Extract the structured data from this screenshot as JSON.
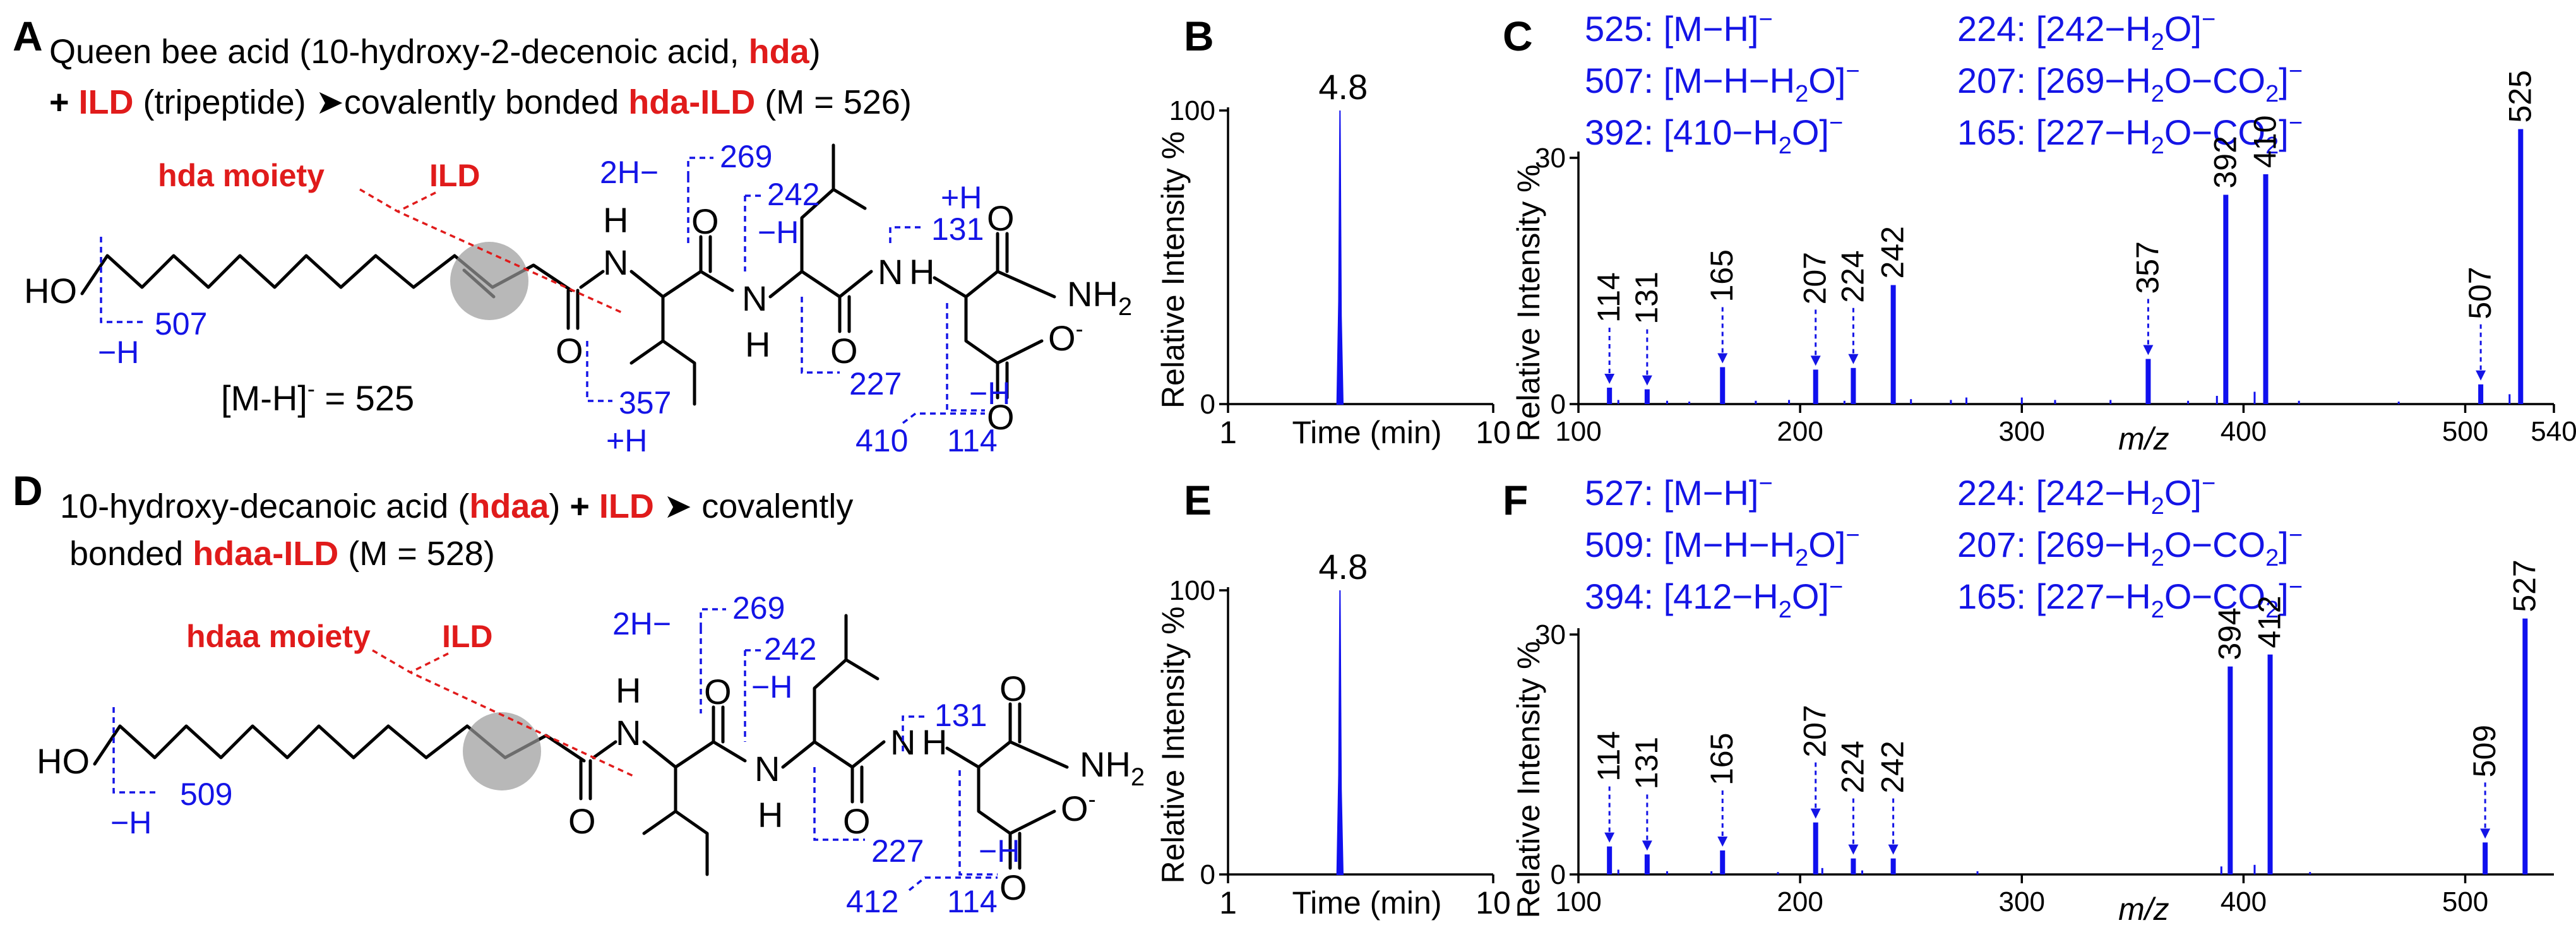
{
  "panels": {
    "A": {
      "letter": "A",
      "line1_pre": "Queen bee acid (10-hydroxy-2-decenoic acid, ",
      "line1_red": "hda",
      "line1_post": ")",
      "line2_plus": "+ ",
      "line2_red1": "ILD",
      "line2_mid": " (tripeptide) ",
      "line2_arrow": "➤",
      "line2_mid2": "covalently bonded ",
      "line2_red2": "hda-ILD",
      "line2_post": " (M = 526)",
      "moiety_label": "hda moiety",
      "ild_label": "ILD",
      "ion_label": "[M-H]",
      "ion_sup": "-",
      "ion_value": " = 525",
      "frag": {
        "f507": "507",
        "minusH_left": "−H",
        "f269": "269",
        "twoH": "2H−",
        "f242": "242",
        "minusH_242": "−H",
        "plusH_131": "+H",
        "f131": "131",
        "f227": "227",
        "f357": "357",
        "plusH_357": "+H",
        "f410": "410",
        "minusH_410": "−H",
        "f114": "114"
      }
    },
    "D": {
      "letter": "D",
      "line1_pre": "10-hydroxy-decanoic acid (",
      "line1_red": "hdaa",
      "line1_post": ") ",
      "line1_plus": "+ ",
      "line1_red2": "ILD",
      "line1_arrow": " ➤ ",
      "line1_post2": "covalently",
      "line2_pre": "bonded ",
      "line2_red": "hdaa-ILD",
      "line2_post": " (M = 528)",
      "moiety_label": "hdaa moiety",
      "ild_label": "ILD",
      "frag": {
        "f509": "509",
        "minusH_left": "−H",
        "f269": "269",
        "twoH": "2H−",
        "f242": "242",
        "minusH_242": "−H",
        "f131": "131",
        "f227": "227",
        "f412": "412",
        "minusH_412": "−H",
        "f114": "114"
      }
    },
    "chem": {
      "HO": "HO",
      "H": "H",
      "N": "N",
      "O": "O",
      "NH2_main": "NH",
      "NH2_sub": "2",
      "O_minus": "O",
      "minus_sup": "-"
    },
    "B": {
      "letter": "B"
    },
    "C": {
      "letter": "C",
      "legend": [
        [
          "525:",
          "[M−H]",
          "−",
          "",
          ""
        ],
        [
          "507:",
          "[M−H−H",
          "2",
          "O]",
          "−"
        ],
        [
          "392:",
          "[410−H",
          "2",
          "O]",
          "−"
        ]
      ],
      "legend2": [
        [
          "224:",
          "[242−H",
          "2",
          "O]",
          "−"
        ],
        [
          "207:",
          "[269−H",
          "2",
          "O−CO",
          "2",
          "]",
          "−"
        ],
        [
          "165:",
          "[227−H",
          "2",
          "O−CO",
          "2",
          "]",
          "−"
        ]
      ]
    },
    "E": {
      "letter": "E"
    },
    "F": {
      "letter": "F",
      "legend": [
        [
          "527:",
          "[M−H]",
          "−",
          "",
          ""
        ],
        [
          "509:",
          "[M−H−H",
          "2",
          "O]",
          "−"
        ],
        [
          "394:",
          "[412−H",
          "2",
          "O]",
          "−"
        ]
      ],
      "legend2": [
        [
          "224:",
          "[242−H",
          "2",
          "O]",
          "−"
        ],
        [
          "207:",
          "[269−H",
          "2",
          "O−CO",
          "2",
          "]",
          "−"
        ],
        [
          "165:",
          "[227−H",
          "2",
          "O−CO",
          "2",
          "]",
          "−"
        ]
      ]
    }
  },
  "chart_data": [
    {
      "id": "B",
      "type": "line",
      "xlabel": "Time (min)",
      "ylabel": "Relative Intensity %",
      "xlim": [
        1,
        10
      ],
      "ylim": [
        0,
        100
      ],
      "xticks": [
        1,
        10
      ],
      "yticks": [
        0,
        100
      ],
      "peak_label": "4.8",
      "series": [
        {
          "x": [
            4.7,
            4.76,
            4.8,
            4.84,
            4.9
          ],
          "y": [
            0,
            35,
            100,
            30,
            0
          ]
        }
      ]
    },
    {
      "id": "C",
      "type": "bar",
      "xlabel": "m/z",
      "ylabel": "Relative Intensity %",
      "xlim": [
        100,
        540
      ],
      "ylim": [
        0,
        30
      ],
      "xticks": [
        100,
        200,
        300,
        400,
        500,
        540
      ],
      "yticks": [
        0,
        30
      ],
      "peaks": [
        {
          "x": 114,
          "y": 2.0,
          "label": "114",
          "arrow": true
        },
        {
          "x": 131,
          "y": 1.8,
          "label": "131",
          "arrow": true
        },
        {
          "x": 165,
          "y": 4.5,
          "label": "165",
          "arrow": true
        },
        {
          "x": 207,
          "y": 4.2,
          "label": "207",
          "arrow": true
        },
        {
          "x": 224,
          "y": 4.4,
          "label": "224",
          "arrow": true
        },
        {
          "x": 242,
          "y": 14.5,
          "label": "242",
          "arrow": false
        },
        {
          "x": 357,
          "y": 5.5,
          "label": "357",
          "arrow": true
        },
        {
          "x": 392,
          "y": 25.5,
          "label": "392",
          "arrow": false
        },
        {
          "x": 410,
          "y": 28.0,
          "label": "410",
          "arrow": false
        },
        {
          "x": 507,
          "y": 2.4,
          "label": "507",
          "arrow": true
        },
        {
          "x": 525,
          "y": 33.5,
          "label": "525",
          "arrow": false
        }
      ],
      "minor": [
        [
          118,
          0.5
        ],
        [
          140,
          0.4
        ],
        [
          150,
          0.3
        ],
        [
          180,
          0.4
        ],
        [
          195,
          0.5
        ],
        [
          220,
          0.4
        ],
        [
          250,
          0.6
        ],
        [
          268,
          0.5
        ],
        [
          275,
          0.8
        ],
        [
          300,
          0.8
        ],
        [
          315,
          0.5
        ],
        [
          340,
          0.5
        ],
        [
          375,
          0.4
        ],
        [
          388,
          1.0
        ],
        [
          405,
          1.5
        ],
        [
          425,
          0.4
        ],
        [
          470,
          0.3
        ],
        [
          520,
          1.2
        ]
      ]
    },
    {
      "id": "E",
      "type": "line",
      "xlabel": "Time (min)",
      "ylabel": "Relative Intensity %",
      "xlim": [
        1,
        10
      ],
      "ylim": [
        0,
        100
      ],
      "xticks": [
        1,
        10
      ],
      "yticks": [
        0,
        100
      ],
      "peak_label": "4.8",
      "series": [
        {
          "x": [
            4.7,
            4.76,
            4.8,
            4.84,
            4.9
          ],
          "y": [
            0,
            35,
            100,
            30,
            0
          ]
        }
      ]
    },
    {
      "id": "F",
      "type": "bar",
      "xlabel": "m/z",
      "ylabel": "Relative Intensity %",
      "xlim": [
        100,
        540
      ],
      "ylim": [
        0,
        30
      ],
      "xticks": [
        100,
        200,
        300,
        400,
        500
      ],
      "yticks": [
        0,
        30
      ],
      "peaks": [
        {
          "x": 114,
          "y": 3.5,
          "label": "114",
          "arrow": true
        },
        {
          "x": 131,
          "y": 2.5,
          "label": "131",
          "arrow": true
        },
        {
          "x": 165,
          "y": 3.0,
          "label": "165",
          "arrow": true
        },
        {
          "x": 207,
          "y": 6.5,
          "label": "207",
          "arrow": true
        },
        {
          "x": 224,
          "y": 2.0,
          "label": "224",
          "arrow": true
        },
        {
          "x": 242,
          "y": 2.0,
          "label": "242",
          "arrow": true
        },
        {
          "x": 394,
          "y": 26.0,
          "label": "394",
          "arrow": false
        },
        {
          "x": 412,
          "y": 27.5,
          "label": "412",
          "arrow": false
        },
        {
          "x": 509,
          "y": 4.0,
          "label": "509",
          "arrow": true
        },
        {
          "x": 527,
          "y": 32.0,
          "label": "527",
          "arrow": false
        }
      ],
      "minor": [
        [
          118,
          0.6
        ],
        [
          140,
          0.4
        ],
        [
          160,
          0.4
        ],
        [
          190,
          0.3
        ],
        [
          210,
          0.8
        ],
        [
          228,
          0.5
        ],
        [
          280,
          0.4
        ],
        [
          390,
          1.0
        ],
        [
          405,
          1.2
        ],
        [
          430,
          0.3
        ]
      ]
    }
  ]
}
